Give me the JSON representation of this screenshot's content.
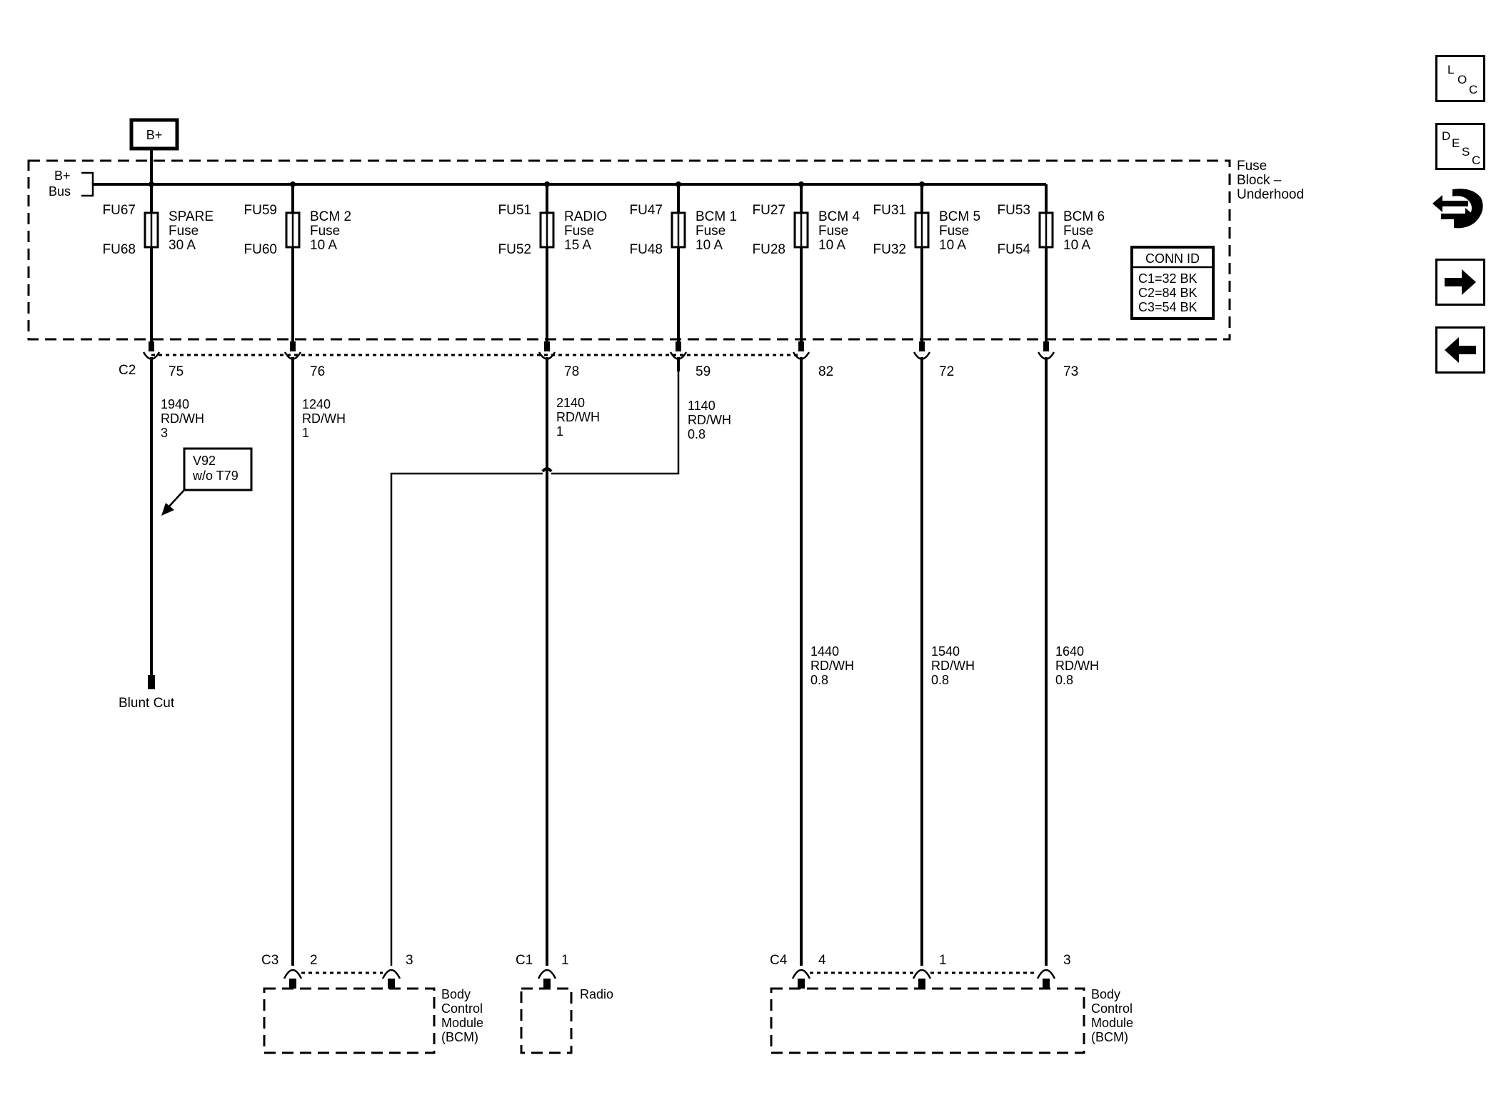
{
  "bplus_box": "B+",
  "bplus_bus": [
    "B+",
    "Bus"
  ],
  "fuse_block": [
    "Fuse",
    "Block –",
    "Underhood"
  ],
  "conn_id": {
    "title": "CONN ID",
    "rows": [
      "C1=32 BK",
      "C2=84 BK",
      "C3=54 BK"
    ]
  },
  "fuses": [
    {
      "top": "FU67",
      "bottom": "FU68",
      "name": "SPARE",
      "type": "Fuse",
      "rating": "30 A"
    },
    {
      "top": "FU59",
      "bottom": "FU60",
      "name": "BCM 2",
      "type": "Fuse",
      "rating": "10 A"
    },
    {
      "top": "FU51",
      "bottom": "FU52",
      "name": "RADIO",
      "type": "Fuse",
      "rating": "15 A"
    },
    {
      "top": "FU47",
      "bottom": "FU48",
      "name": "BCM 1",
      "type": "Fuse",
      "rating": "10 A"
    },
    {
      "top": "FU27",
      "bottom": "FU28",
      "name": "BCM 4",
      "type": "Fuse",
      "rating": "10 A"
    },
    {
      "top": "FU31",
      "bottom": "FU32",
      "name": "BCM 5",
      "type": "Fuse",
      "rating": "10 A"
    },
    {
      "top": "FU53",
      "bottom": "FU54",
      "name": "BCM 6",
      "type": "Fuse",
      "rating": "10 A"
    }
  ],
  "c2_connector": "C2",
  "c2_pins": [
    "75",
    "76",
    "78",
    "59",
    "82",
    "72",
    "73"
  ],
  "wires": [
    {
      "circuit": "1940",
      "color": "RD/WH",
      "size": "3"
    },
    {
      "circuit": "1240",
      "color": "RD/WH",
      "size": "1"
    },
    {
      "circuit": "2140",
      "color": "RD/WH",
      "size": "1"
    },
    {
      "circuit": "1140",
      "color": "RD/WH",
      "size": "0.8"
    },
    {
      "circuit": "1440",
      "color": "RD/WH",
      "size": "0.8"
    },
    {
      "circuit": "1540",
      "color": "RD/WH",
      "size": "0.8"
    },
    {
      "circuit": "1640",
      "color": "RD/WH",
      "size": "0.8"
    }
  ],
  "option_box": [
    "V92",
    "w/o T79"
  ],
  "blunt_cut": "Blunt Cut",
  "c3": {
    "connector": "C3",
    "pins": [
      "2",
      "3"
    ]
  },
  "c1": {
    "connector": "C1",
    "pins": [
      "1"
    ]
  },
  "c4": {
    "connector": "C4",
    "pins": [
      "4",
      "1",
      "3"
    ]
  },
  "bcm_left": [
    "Body",
    "Control",
    "Module",
    "(BCM)"
  ],
  "radio": "Radio",
  "bcm_right": [
    "Body",
    "Control",
    "Module",
    "(BCM)"
  ],
  "nav": {
    "loc": [
      "L",
      "O",
      "C"
    ],
    "desc": [
      "D",
      "E",
      "S",
      "C"
    ]
  }
}
